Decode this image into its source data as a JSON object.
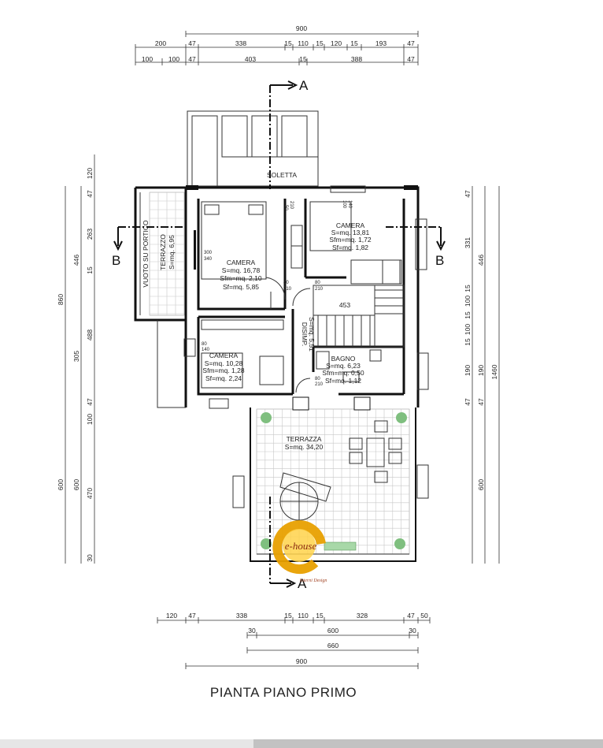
{
  "title": "PIANTA PIANO PRIMO",
  "sections": {
    "a_top": "A",
    "a_bottom": "A",
    "b_left": "B",
    "b_right": "B"
  },
  "rooms": {
    "soletta": "SOLETTA",
    "camera_main": {
      "name": "CAMERA",
      "s": "S=mq. 16,78",
      "sfm": "Sfm=mq. 2,10",
      "sf": "Sf=mq. 5,85"
    },
    "camera_right": {
      "name": "CAMERA",
      "s": "S=mq. 13,81",
      "sfm": "Sfm=mq. 1,72",
      "sf": "Sf=mq. 1,82"
    },
    "camera_small": {
      "name": "CAMERA",
      "s": "S=mq. 10,28",
      "sfm": "Sfm=mq. 1,28",
      "sf": "Sf=mq. 2,24"
    },
    "bagno": {
      "name": "BAGNO",
      "s": "S=mq. 6,23",
      "sfm": "Sfm=mq. 0,50",
      "sf": "Sf=mq. 1,12"
    },
    "disimp": {
      "name": "DISIMP.",
      "s": "S=mq. 5,51"
    },
    "terrazzo": {
      "name": "TERRAZZO",
      "s": "S=mq. 6,95"
    },
    "vuoto": "VUOTO SU PORTICO",
    "terrazza": {
      "name": "TERRAZZA",
      "s": "S=mq. 34,20"
    },
    "stair_code": "453"
  },
  "openings": {
    "o1_top": "300",
    "o1_bot": "340",
    "o2_top": "50",
    "o2_bot": "210",
    "o3_top": "80",
    "o3_bot": "210",
    "o4_top": "80",
    "o4_bot": "210",
    "o5_top": "100",
    "o5_bot": "140",
    "o6_top": "80",
    "o6_bot": "140",
    "o7_top": "80",
    "o7_bot": "210"
  },
  "dims": {
    "top_total": "900",
    "top_row1": [
      "200",
      "47",
      "338",
      "15",
      "110",
      "15",
      "120",
      "15",
      "193",
      "47"
    ],
    "top_row2": [
      "100",
      "100",
      "47",
      "403",
      "15",
      "388",
      "47"
    ],
    "left_total": "860",
    "left_lower": "600",
    "left_row": [
      "120",
      "47",
      "263",
      "15",
      "488",
      "47",
      "100",
      "470",
      "30"
    ],
    "left_inner": [
      "446",
      "305",
      "600"
    ],
    "right_total": "1460",
    "right_inner": [
      "331",
      "446",
      "600"
    ],
    "right_row": [
      "47",
      "15",
      "100",
      "15",
      "100",
      "15",
      "190",
      "190",
      "47",
      "47"
    ],
    "bottom_row1": [
      "120",
      "47",
      "338",
      "15",
      "110",
      "15",
      "328",
      "47",
      "50"
    ],
    "bottom_row2": [
      "30",
      "600",
      "30"
    ],
    "bottom_660": "660",
    "bottom_900": "900"
  },
  "logo": {
    "text": "e-house",
    "tagline": "Interni Design"
  }
}
